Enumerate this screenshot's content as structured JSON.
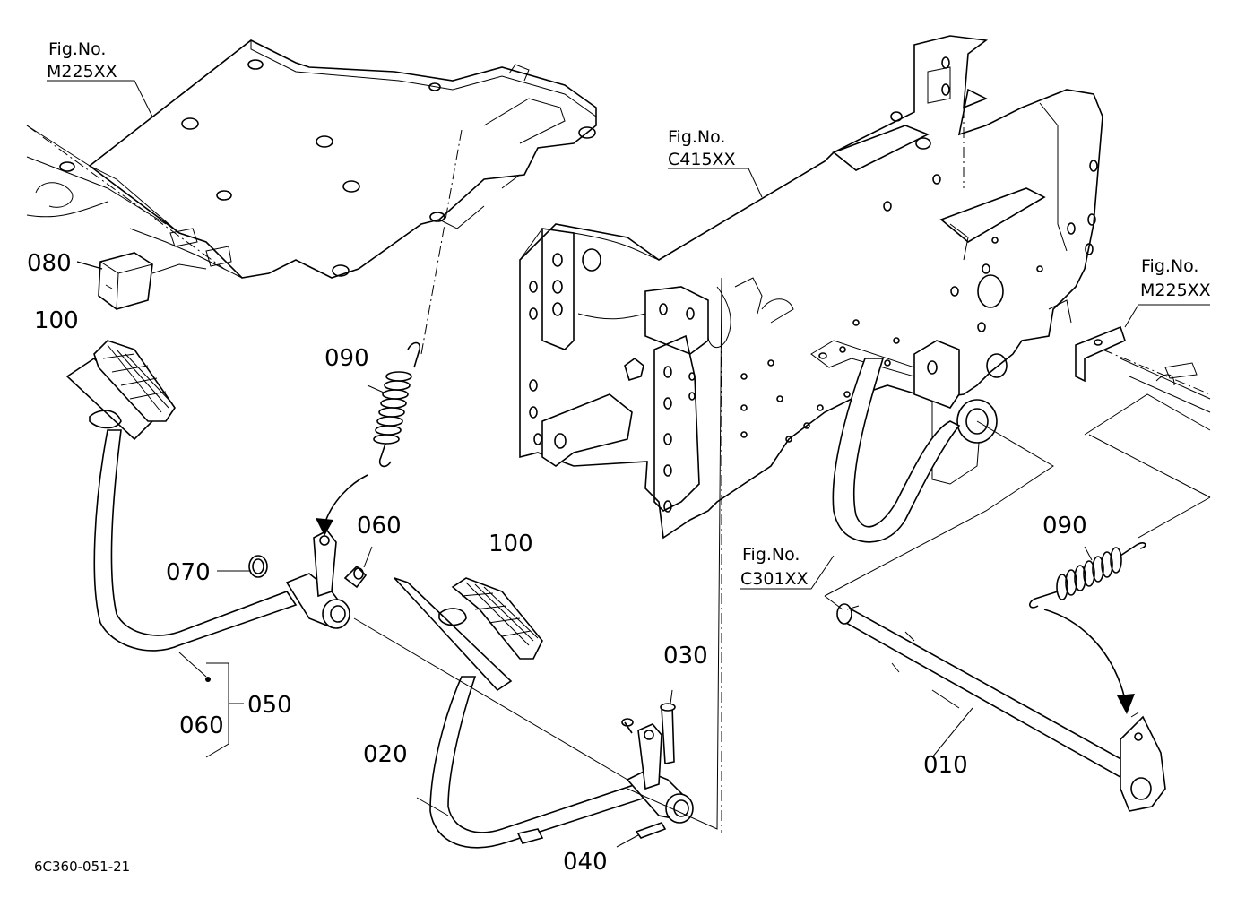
{
  "figure_refs": {
    "m225_top": {
      "line1": "Fig.No.",
      "line2": "M225XX"
    },
    "c415": {
      "line1": "Fig.No.",
      "line2": "C415XX"
    },
    "m225_right": {
      "line1": "Fig.No.",
      "line2": "M225XX"
    },
    "c301": {
      "line1": "Fig.No.",
      "line2": "C301XX"
    }
  },
  "callouts": {
    "p080": "080",
    "p100a": "100",
    "p090a": "090",
    "p060a": "060",
    "p070": "070",
    "p060b": "060",
    "p050": "050",
    "p100b": "100",
    "p030": "030",
    "p020": "020",
    "p040": "040",
    "p090b": "090",
    "p010": "010"
  },
  "drawing_code": "6C360-051-21"
}
